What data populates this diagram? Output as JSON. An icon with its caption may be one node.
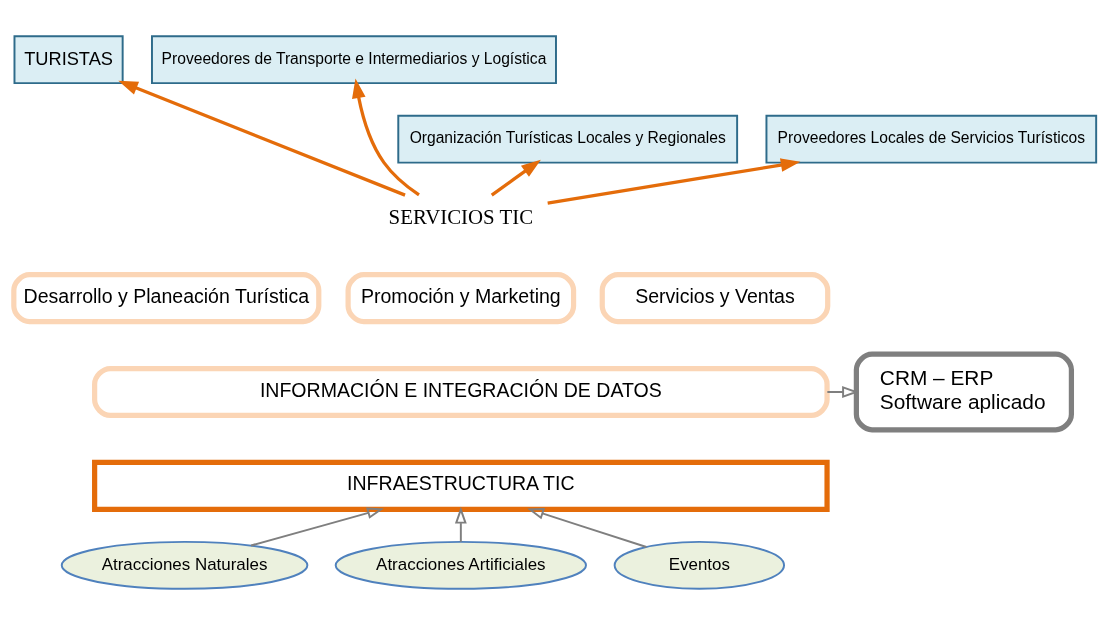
{
  "diagram": {
    "nodes": [
      {
        "text": [
          "TURISTAS"
        ]
      },
      {
        "text": [
          "Proveedores de Transporte e Intermediarios y Logística"
        ]
      },
      {
        "text": [
          "Organización Turísticas Locales y Regionales"
        ]
      },
      {
        "text": [
          "Proveedores Locales de Servicios Turísticos"
        ]
      },
      {
        "text": [
          "SERVICIOS TIC"
        ]
      },
      {
        "text": [
          "Desarrollo y Planeación Turística"
        ]
      },
      {
        "text": [
          "Promoción y Marketing"
        ]
      },
      {
        "text": [
          "Servicios y Ventas"
        ]
      },
      {
        "text": [
          "INFORMACIÓN E INTEGRACIÓN DE DATOS"
        ]
      },
      {
        "text": [
          "CRM – ERP",
          "Software aplicado"
        ]
      },
      {
        "text": [
          "INFRAESTRUCTURA TIC"
        ]
      },
      {
        "text": [
          "Atracciones Naturales"
        ]
      },
      {
        "text": [
          "Atracciones Artificiales"
        ]
      },
      {
        "text": [
          "Eventos"
        ]
      }
    ],
    "edges": [
      {
        "from": 4,
        "to": 2,
        "arrow": "to",
        "color": "#e46c0a"
      },
      {
        "from": 4,
        "to": 0,
        "arrow": "to",
        "color": "#e46c0a"
      },
      {
        "from": 4,
        "to": 1,
        "arrow": "to",
        "color": "#e46c0a"
      },
      {
        "from": 4,
        "to": 3,
        "arrow": "to",
        "color": "#e46c0a"
      },
      {
        "from": 8,
        "to": 9,
        "arrow": "to",
        "color": "#7f7f7f"
      },
      {
        "from": 11,
        "to": 10,
        "arrow": "to",
        "color": "#7f7f7f"
      },
      {
        "from": 12,
        "to": 10,
        "arrow": "to",
        "color": "#7f7f7f"
      },
      {
        "from": 13,
        "to": 10,
        "arrow": "to",
        "color": "#7f7f7f"
      }
    ]
  }
}
